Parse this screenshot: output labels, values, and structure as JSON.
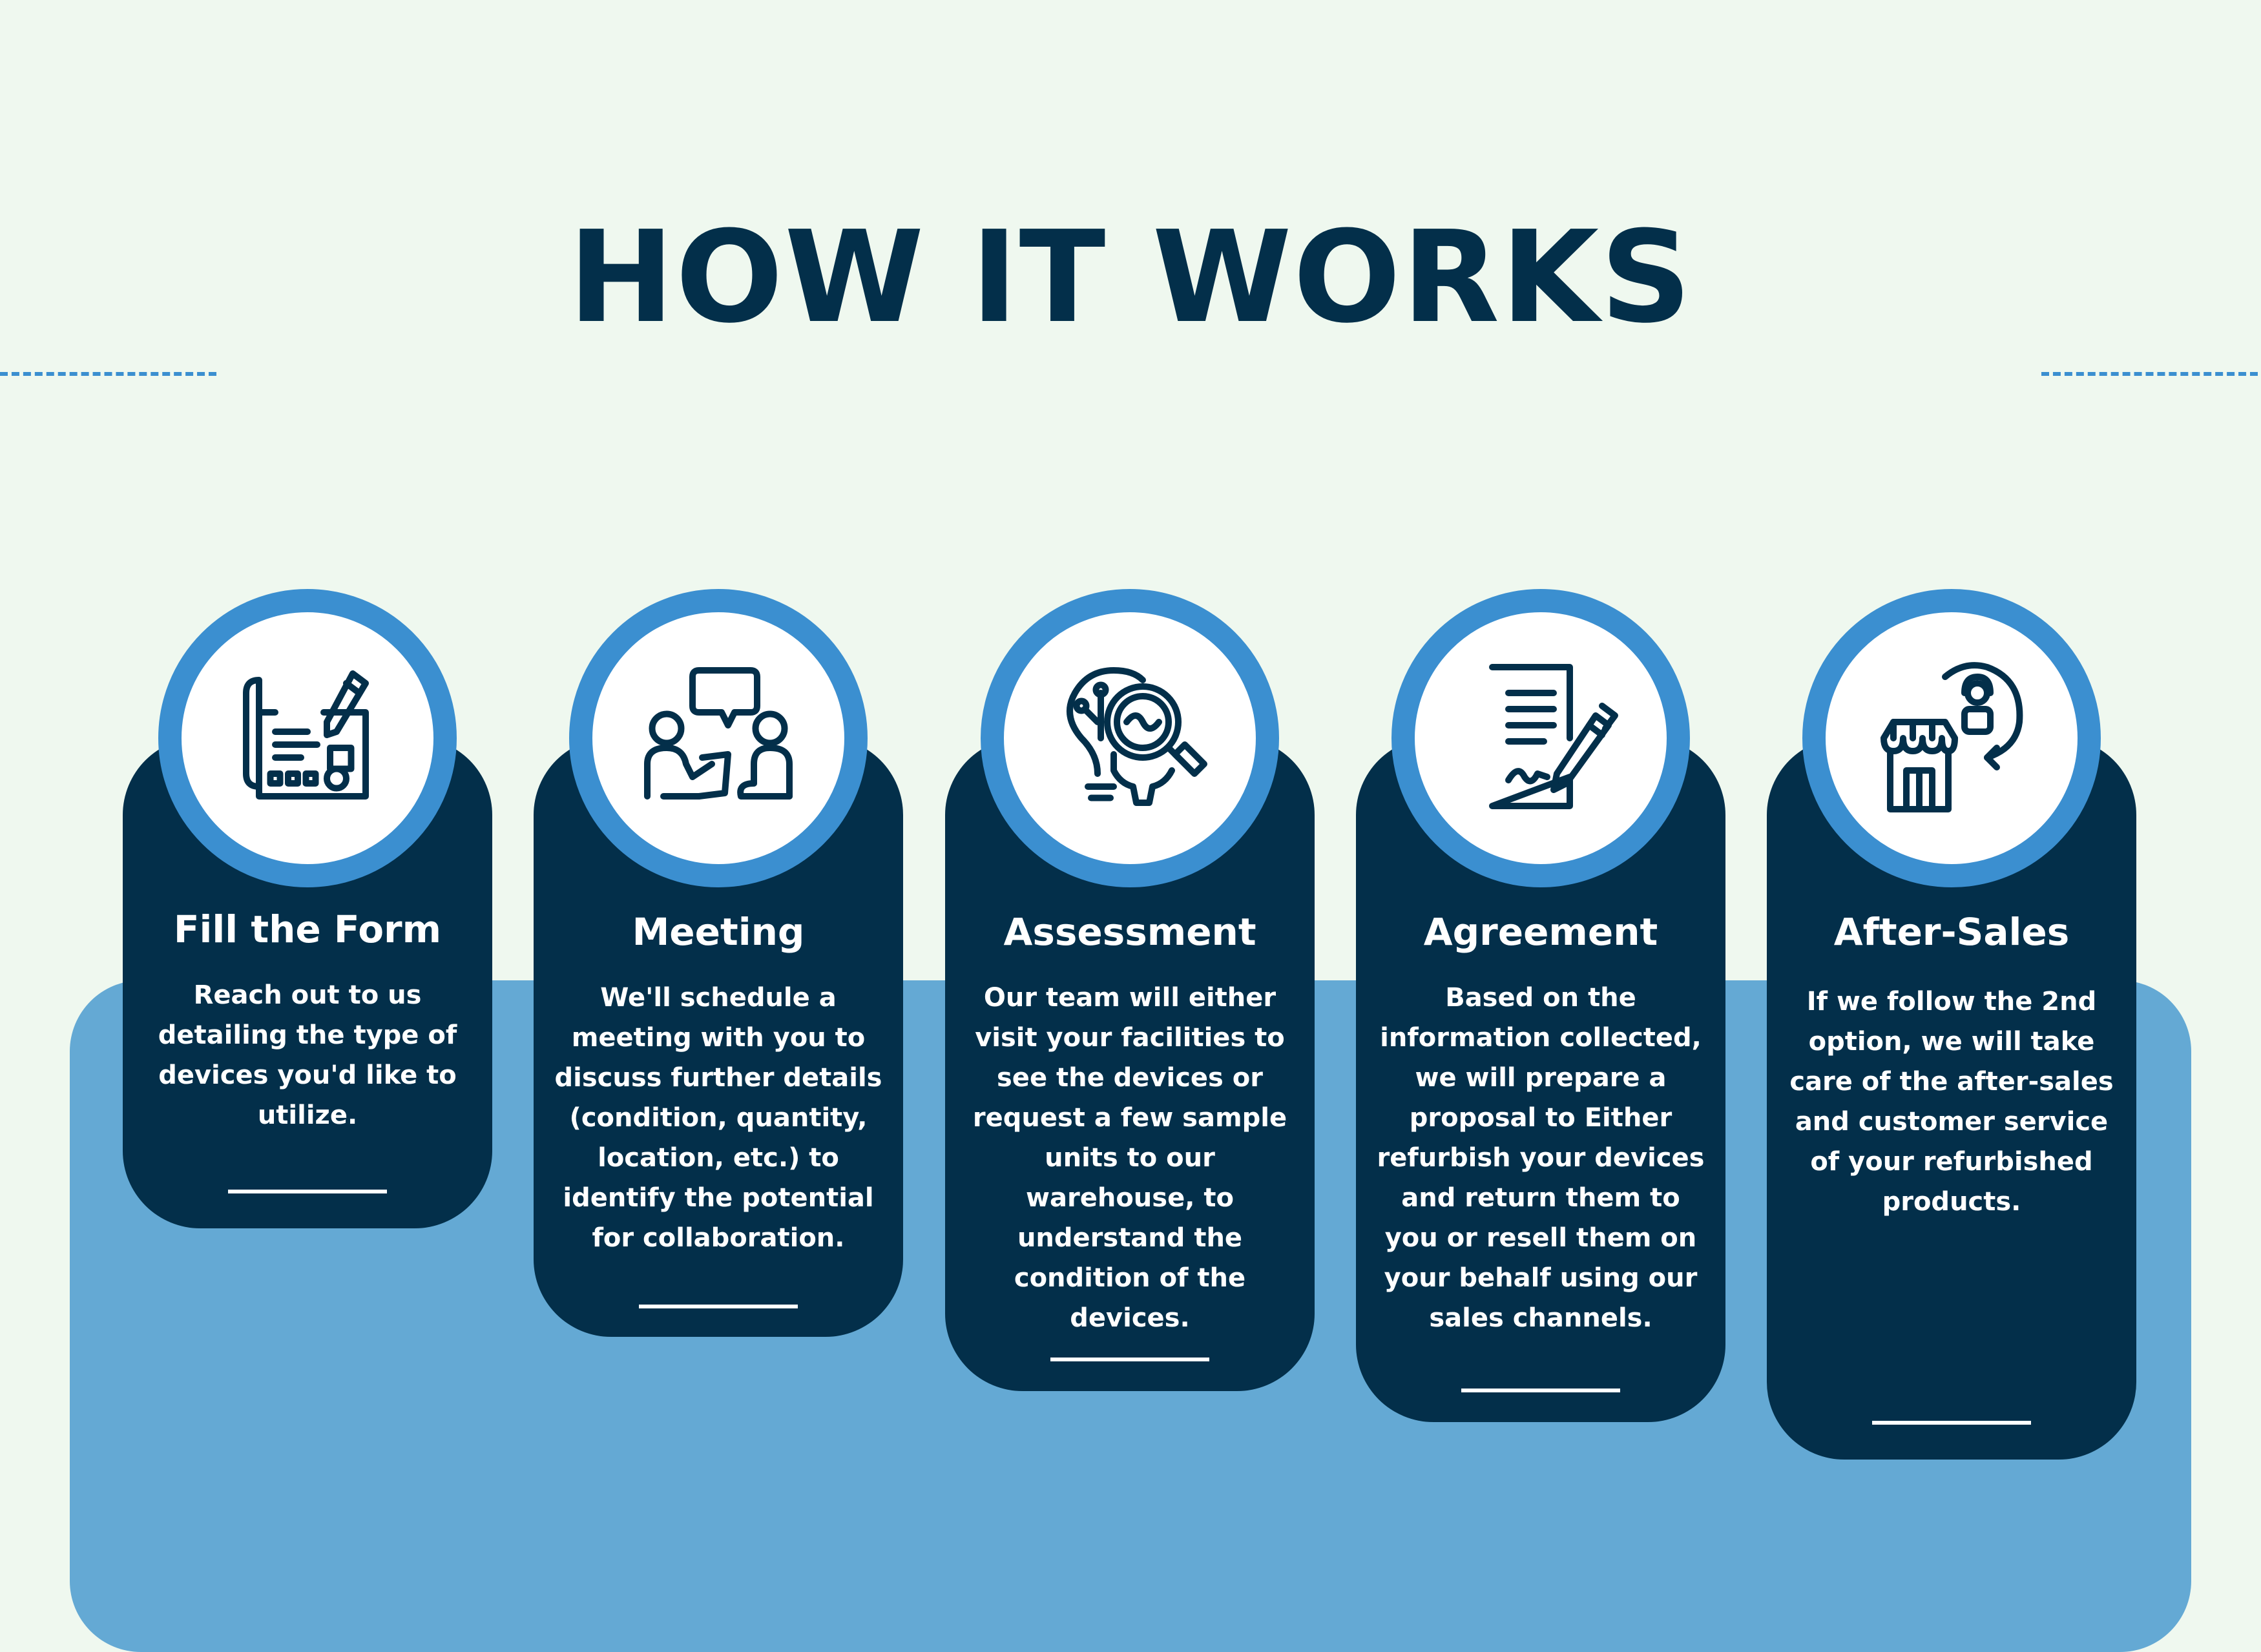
{
  "header": {
    "title": "HOW IT WORKS"
  },
  "colors": {
    "background": "#eff8ef",
    "navy": "#032f4a",
    "accent_blue": "#3b8fd0",
    "panel_blue": "#64a9d4"
  },
  "steps": [
    {
      "title": "Fill the Form",
      "icon": "form-blueprint-pencil-icon",
      "description": "Reach out to us detailing the type of devices you'd like to utilize."
    },
    {
      "title": "Meeting",
      "icon": "meeting-people-chat-icon",
      "description": "We'll schedule a meeting with you to discuss further details (condition, quantity, location, etc.) to identify the potential for collaboration."
    },
    {
      "title": "Assessment",
      "icon": "lightbulb-magnifier-gear-icon",
      "description": "Our team will either visit your facilities to see the devices or request a few sample units to our warehouse, to understand the condition of the devices."
    },
    {
      "title": "Agreement",
      "icon": "contract-document-pen-icon",
      "description": "Based on the information collected, we will prepare a proposal to Either refurbish your devices and return them to you or resell them on your behalf using our sales channels."
    },
    {
      "title": "After-Sales",
      "icon": "store-customer-support-icon",
      "description": "If we follow the 2nd option, we will take care of the after-sales and customer service of your refurbished products."
    }
  ]
}
